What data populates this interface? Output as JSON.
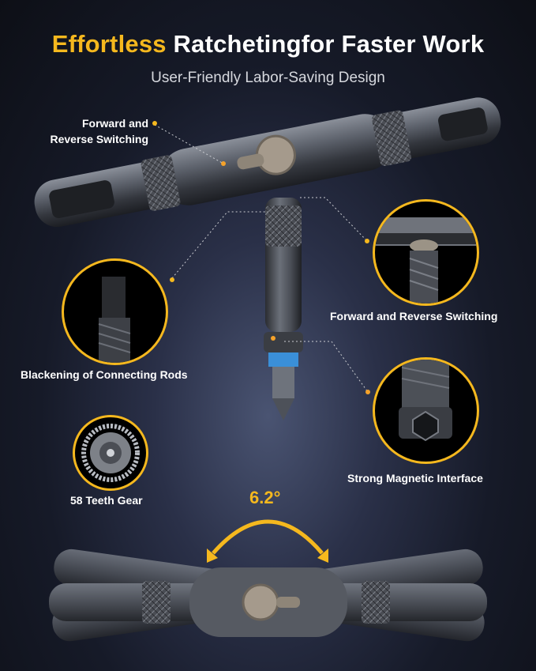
{
  "header": {
    "title_highlight": "Effortless",
    "title_rest": "Ratchetingfor Faster Work",
    "subtitle": "User-Friendly Labor-Saving Design"
  },
  "callouts": {
    "top_switch_line1": "Forward and",
    "top_switch_line2": "Reverse Switching",
    "right_switch": "Forward and Reverse Switching",
    "rods": "Blackening of Connecting Rods",
    "magnetic": "Strong Magnetic Interface",
    "gear": "58 Teeth Gear"
  },
  "angle_label": "6.2°",
  "colors": {
    "accent": "#f5b81e",
    "background": "#0d0f16"
  }
}
